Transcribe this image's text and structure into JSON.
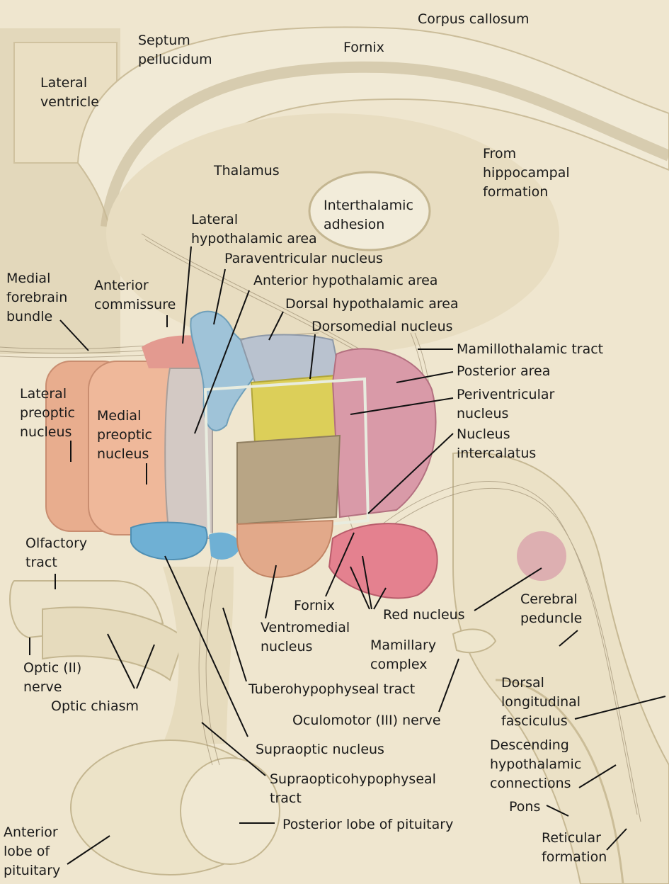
{
  "labels": {
    "corpus_callosum": "Corpus callosum",
    "septum_pellucidum": "Septum\npellucidum",
    "fornix_top": "Fornix",
    "lateral_ventricle": "Lateral\nventricle",
    "thalamus": "Thalamus",
    "from_hippocampal": "From\nhippocampal\nformation",
    "interthalamic_adhesion": "Interthalamic\nadhesion",
    "lateral_hypothalamic_area": "Lateral\nhypothalamic area",
    "paraventricular_nucleus": "Paraventricular nucleus",
    "medial_forebrain_bundle": "Medial\nforebrain\nbundle",
    "anterior_commissure": "Anterior\ncommissure",
    "anterior_hypothalamic_area": "Anterior hypothalamic area",
    "dorsal_hypothalamic_area": "Dorsal hypothalamic area",
    "dorsomedial_nucleus": "Dorsomedial nucleus",
    "mamillothalamic_tract": "Mamillothalamic tract",
    "posterior_area": "Posterior area",
    "periventricular_nucleus": "Periventricular\nnucleus",
    "lateral_preoptic_nucleus": "Lateral\npreoptic\nnucleus",
    "medial_preoptic_nucleus": "Medial\npreoptic\nnucleus",
    "nucleus_intercalatus": "Nucleus\nintercalatus",
    "olfactory_tract": "Olfactory\ntract",
    "fornix_bottom": "Fornix",
    "red_nucleus": "Red nucleus",
    "cerebral_peduncle": "Cerebral\npeduncle",
    "ventromedial_nucleus": "Ventromedial\nnucleus",
    "mamillary_complex": "Mamillary\ncomplex",
    "optic_nerve": "Optic (II)\nnerve",
    "optic_chiasm": "Optic chiasm",
    "tuberohypophyseal_tract": "Tuberohypophyseal tract",
    "oculomotor_nerve": "Oculomotor (III) nerve",
    "dorsal_longitudinal_fasciculus": "Dorsal\nlongitudinal\nfasciculus",
    "supraoptic_nucleus": "Supraoptic nucleus",
    "descending_hypothalamic": "Descending\nhypothalamic\nconnections",
    "supraopticohypophyseal_tract": "Supraopticohypophyseal\ntract",
    "pons": "Pons",
    "posterior_lobe": "Posterior lobe of pituitary",
    "reticular_formation": "Reticular\nformation",
    "anterior_lobe": "Anterior\nlobe of\npituitary"
  },
  "colors": {
    "background": "#efe6cf",
    "tissue": "#e6dbbd",
    "tissue_shadow": "#c9bb98",
    "white_matter": "#f4eedd",
    "fiber": "#8a7a5e",
    "preoptic": "#e8ad8e",
    "lateral_hypothalamic": "#e39a90",
    "paraventricular": "#9fc3d8",
    "anterior_hypothalamic": "#d3c9c4",
    "dorsal_hypothalamic": "#b9c2cf",
    "dorsomedial": "#dccf59",
    "posterior_area": "#d99aa8",
    "ventromedial": "#b8a585",
    "supraoptic": "#6fb0d4",
    "mamillary": "#e4818f",
    "tuberal": "#e2a98a",
    "red_nucleus": "#dba6ad",
    "leader_line": "#111111"
  }
}
